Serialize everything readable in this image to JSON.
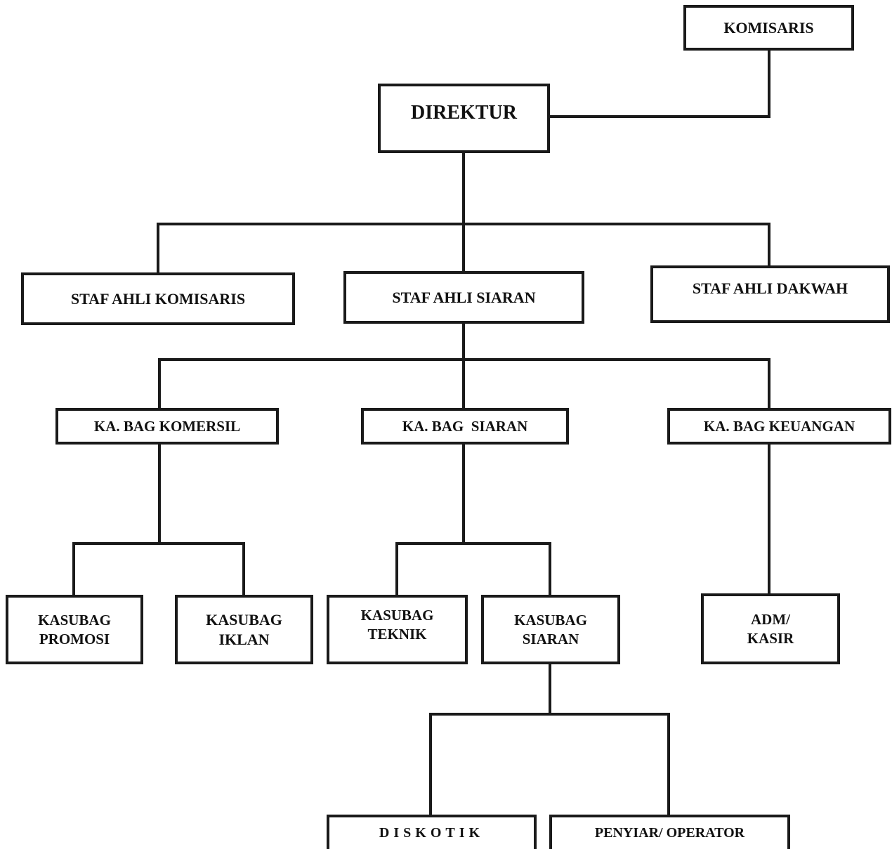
{
  "nodes": {
    "komisaris": {
      "label": "KOMISARIS"
    },
    "direktur": {
      "label": "DIREKTUR"
    },
    "staf_ahli_komisaris": {
      "label": "STAF AHLI KOMISARIS"
    },
    "staf_ahli_siaran": {
      "label": "STAF AHLI SIARAN"
    },
    "staf_ahli_dakwah": {
      "label": "STAF AHLI DAKWAH"
    },
    "kabag_komersil": {
      "label": "KA. BAG KOMERSIL"
    },
    "kabag_siaran": {
      "label": "KA. BAG  SIARAN"
    },
    "kabag_keuangan": {
      "label": "KA. BAG KEUANGAN"
    },
    "kasubag_promosi": {
      "line1": "KASUBAG",
      "line2": "PROMOSI"
    },
    "kasubag_iklan": {
      "line1": "KASUBAG",
      "line2": "IKLAN"
    },
    "kasubag_teknik": {
      "line1": "KASUBAG",
      "line2": "TEKNIK"
    },
    "kasubag_siaran": {
      "line1": "KASUBAG",
      "line2": "SIARAN"
    },
    "adm_kasir": {
      "line1": "ADM/",
      "line2": "KASIR"
    },
    "diskotik": {
      "label": "DISKOTIK"
    },
    "penyiar_operator": {
      "label": "PENYIAR/ OPERATOR"
    }
  },
  "colors": {
    "line": "#1a1a1a",
    "background": "#ffffff"
  }
}
